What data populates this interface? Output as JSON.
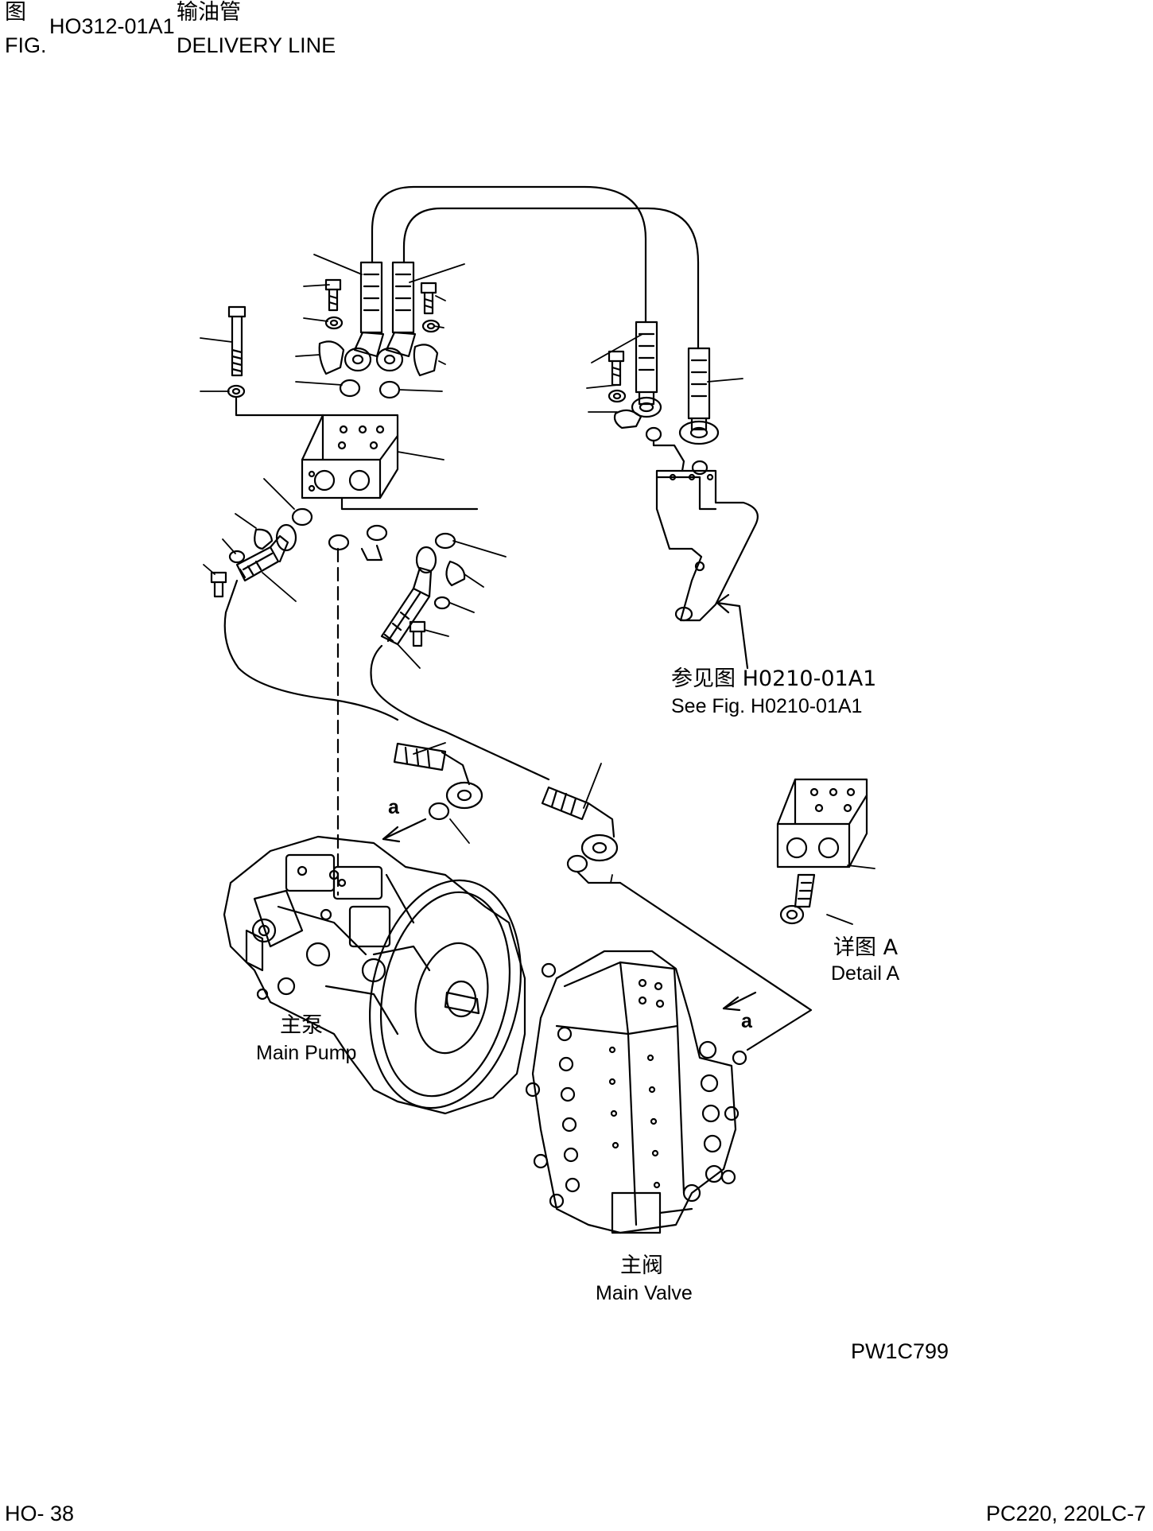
{
  "header": {
    "fig_cn": "图",
    "fig_en": "FIG.",
    "fig_number": "HO312-01A1",
    "title_cn": "输油管",
    "title_en": "DELIVERY LINE"
  },
  "labels": {
    "see_fig_cn": "参见图 H0210-01A1",
    "see_fig_en": "See Fig. H0210-01A1",
    "detail_cn": "详图 A",
    "detail_en": "Detail A",
    "pump_cn": "主泵",
    "pump_en": "Main Pump",
    "valve_cn": "主阀",
    "valve_en": "Main Valve",
    "arrow_a": "a",
    "drawing_no": "PW1C799"
  },
  "footer": {
    "page": "HO- 38",
    "model": "PC220, 220LC-7"
  }
}
